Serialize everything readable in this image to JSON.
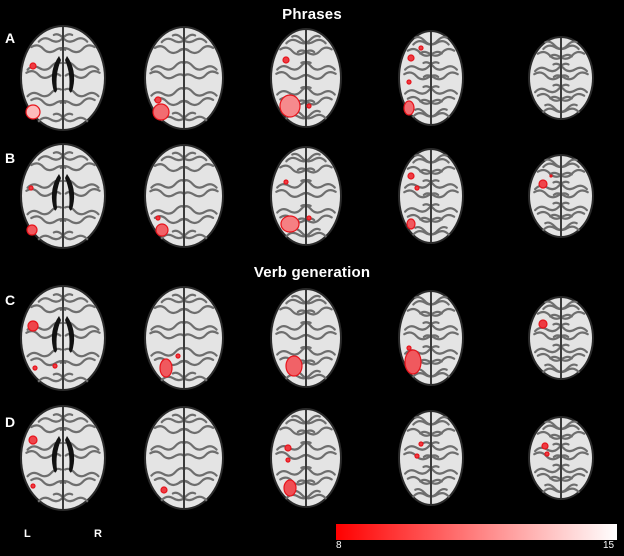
{
  "figure": {
    "titles": {
      "phrases": "Phrases",
      "verb_generation": "Verb generation"
    },
    "rows": [
      {
        "label": "A",
        "section": "Phrases"
      },
      {
        "label": "B",
        "section": "Phrases"
      },
      {
        "label": "C",
        "section": "Verb generation"
      },
      {
        "label": "D",
        "section": "Verb generation"
      }
    ],
    "slices_per_row": 5,
    "orientation": {
      "left": "L",
      "right": "R"
    },
    "colorbar": {
      "min_label": "8",
      "max_label": "15",
      "min_color": "#ff0000",
      "max_color": "#ffffff"
    },
    "colors": {
      "background": "#000000",
      "brain_tissue": "#e4e4e4",
      "sulci": "#6e6e6e",
      "activation_low": "#e8141c",
      "activation_high": "#ffd8d8"
    }
  }
}
